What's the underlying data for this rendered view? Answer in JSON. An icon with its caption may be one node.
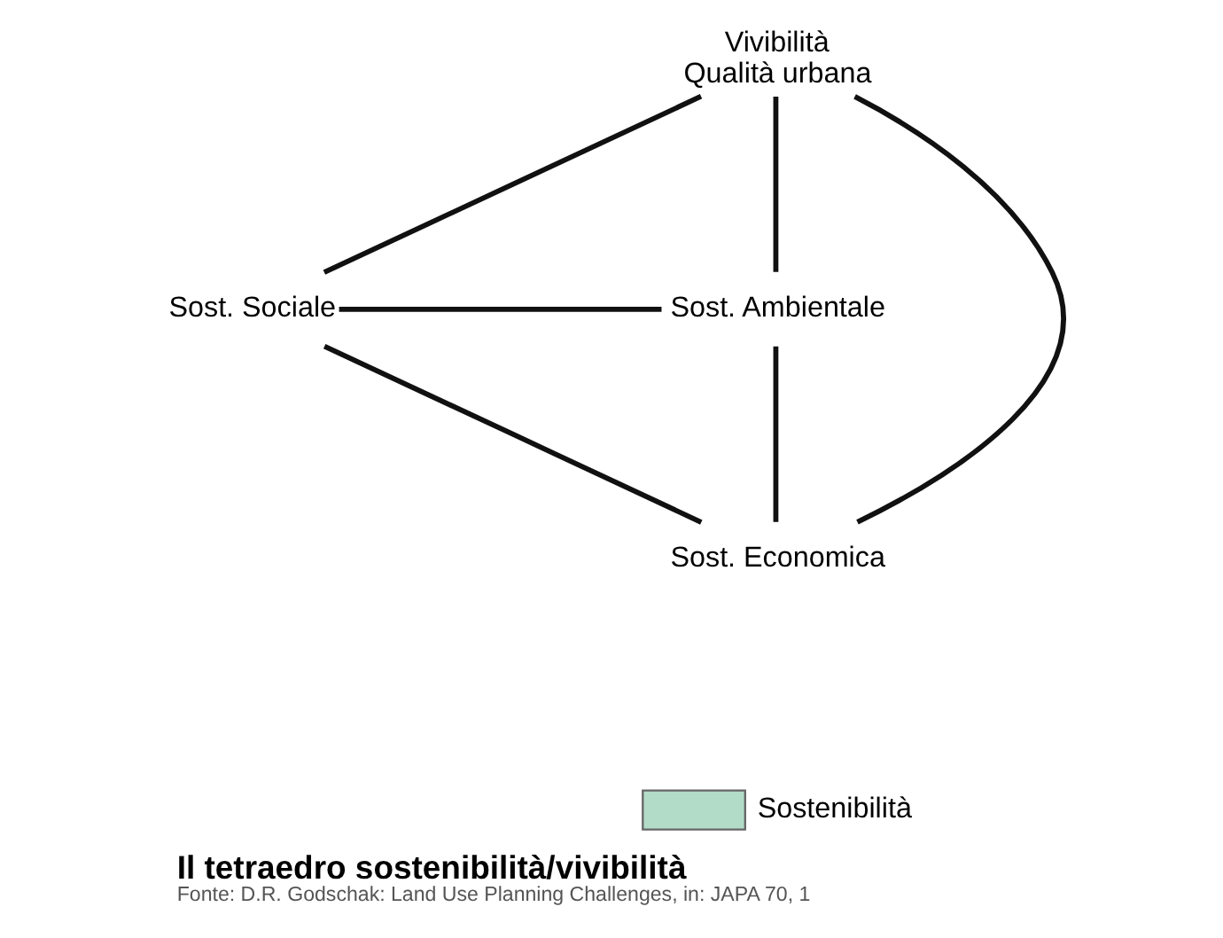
{
  "diagram": {
    "title": "Il tetraedro sostenibilità/vivibilità",
    "caption": "Fonte: D.R. Godschak: Land Use Planning Challenges, in: JAPA 70, 1",
    "nodes": [
      {
        "text": [
          "Vivibilità",
          "Qualità urbana"
        ]
      },
      {
        "text": [
          "Sost. Sociale"
        ]
      },
      {
        "text": [
          "Sost. Ambientale"
        ]
      },
      {
        "text": [
          "Sost. Economica"
        ]
      }
    ],
    "edges": [
      {
        "from": 0,
        "to": 1,
        "arrow": "none"
      },
      {
        "from": 0,
        "to": 2,
        "arrow": "none"
      },
      {
        "from": 0,
        "to": 3,
        "arrow": "none"
      },
      {
        "from": 1,
        "to": 2,
        "arrow": "none"
      },
      {
        "from": 1,
        "to": 3,
        "arrow": "none"
      },
      {
        "from": 2,
        "to": 3,
        "arrow": "none"
      }
    ],
    "legend": [
      {
        "text": "Sostenibilità",
        "color": "#b3dcc8"
      }
    ]
  }
}
